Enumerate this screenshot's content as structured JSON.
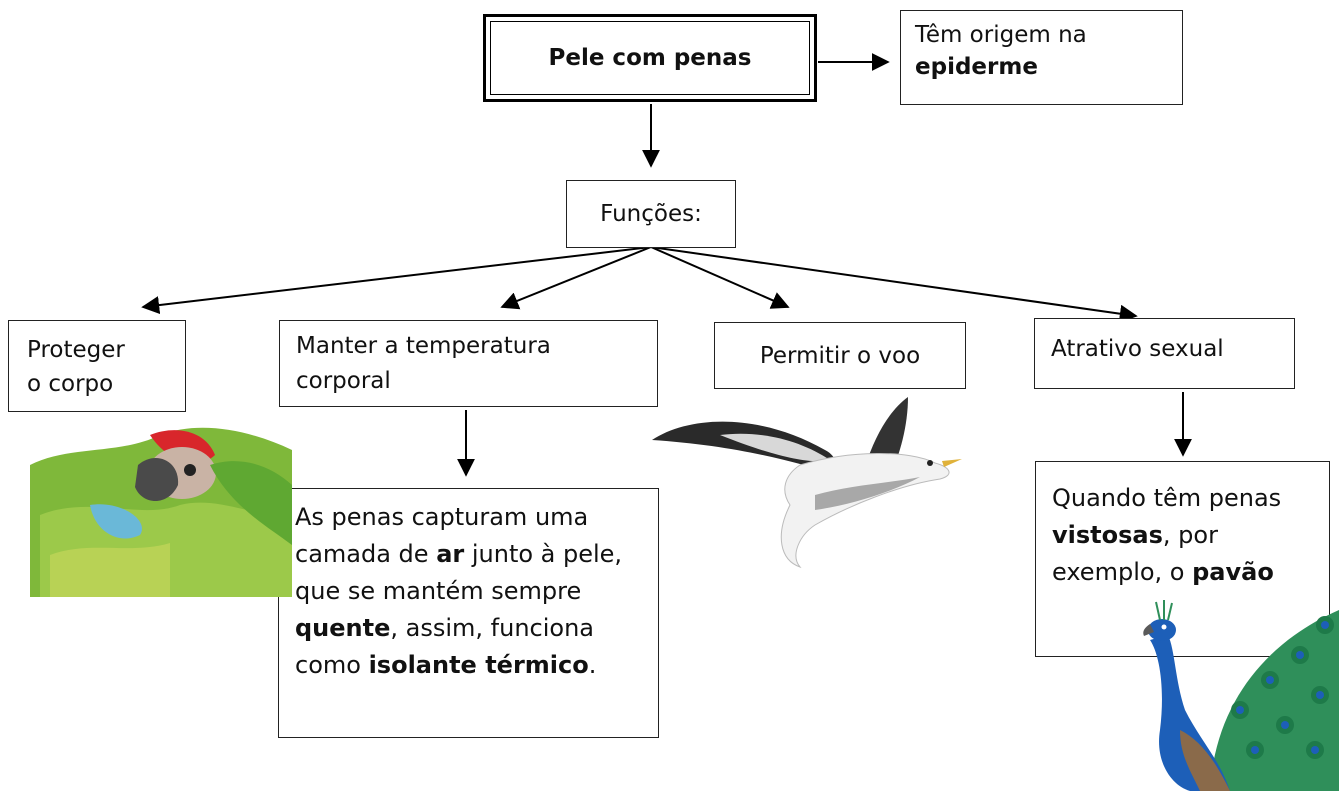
{
  "root": {
    "label": "Pele com penas"
  },
  "origin": {
    "text1": "Têm origem na",
    "bold1": "epiderme"
  },
  "functions": {
    "label": "Funções:"
  },
  "items": [
    {
      "line1": "Proteger",
      "line2": "o corpo"
    },
    {
      "line1": "Manter a temperatura",
      "line2": "corporal"
    },
    {
      "label": "Permitir o voo"
    },
    {
      "label": "Atrativo sexual"
    }
  ],
  "details": {
    "temperature": {
      "p1": "As penas capturam uma camada de ",
      "b1": "ar",
      "p2": " junto à pele, que se mantém sempre ",
      "b2": "quente",
      "p3": ", assim, funciona como ",
      "b3": "isolante térmico",
      "p4": "."
    },
    "sexual": {
      "p1": "Quando têm penas ",
      "b1": "vistosas",
      "p2": ", por exemplo, o ",
      "b2": "pavão"
    }
  },
  "illustrations": [
    "parrot",
    "seagull",
    "peacock"
  ],
  "colors": {
    "line": "#000000",
    "parrot_green": "#7fb83a",
    "parrot_red": "#d8262b",
    "peacock_blue": "#1d5fb8",
    "peacock_green": "#2f8f5a"
  }
}
